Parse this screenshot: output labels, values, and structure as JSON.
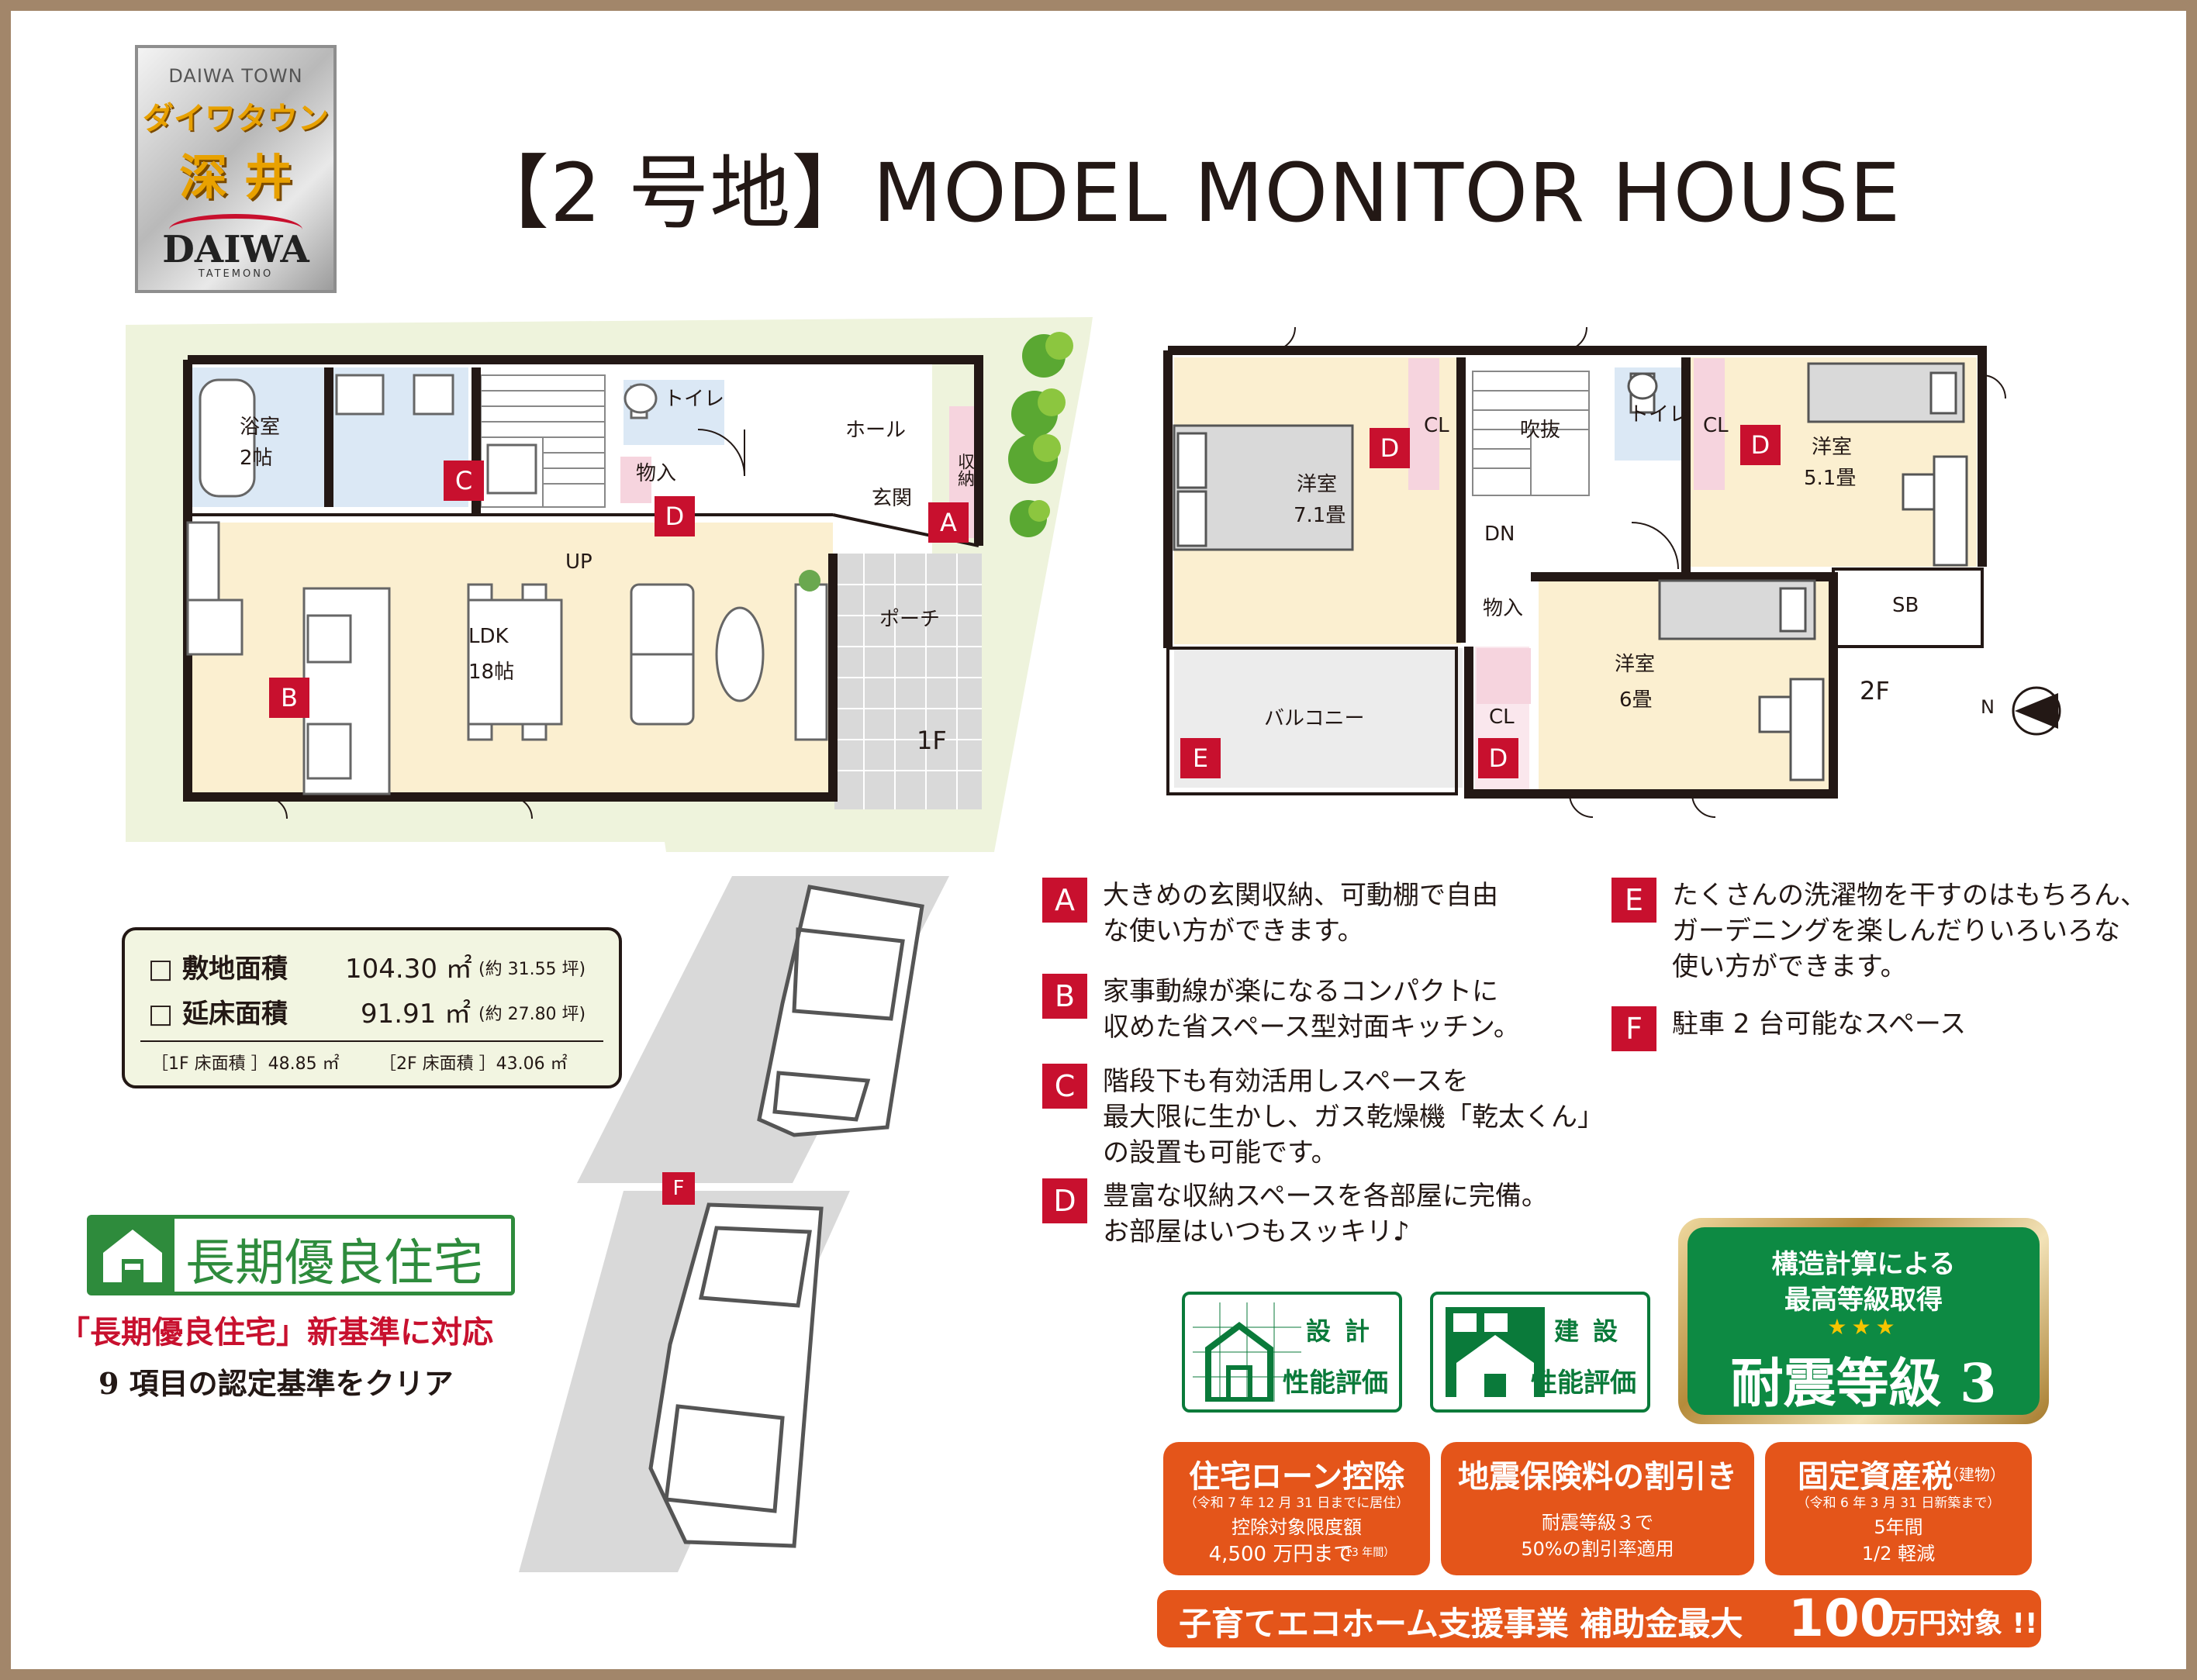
{
  "logo": {
    "line1": "DAIWA TOWN",
    "line2": "ダイワタウン",
    "line3": "深 井",
    "line4": "DAIWA",
    "line5": "TATEMONO"
  },
  "header": {
    "title": "【2 号地】MODEL MONITOR HOUSE"
  },
  "plan_1f": {
    "floor_label": "1F",
    "rooms": {
      "bath": "浴室",
      "bath_size": "2帖",
      "toilet": "トイレ",
      "hall": "ホール",
      "storage": "物入",
      "entrance": "玄関",
      "shoe_storage": "収納",
      "stairs_up": "UP",
      "ldk": "LDK",
      "ldk_size": "18帖",
      "porch": "ポーチ"
    },
    "markers": [
      "C",
      "D",
      "A",
      "B"
    ]
  },
  "plan_2f": {
    "floor_label": "2F",
    "rooms": {
      "bedroom1": "洋室",
      "bedroom1_size": "7.1畳",
      "closet": "CL",
      "void": "吹抜",
      "toilet": "トイレ",
      "bedroom2": "洋室",
      "bedroom2_size": "5.1畳",
      "stairs_down": "DN",
      "storage": "物入",
      "bedroom3": "洋室",
      "bedroom3_size": "6畳",
      "shoe_box": "SB",
      "balcony": "バルコニー"
    },
    "markers": [
      "D",
      "D",
      "D",
      "E"
    ],
    "north": "N"
  },
  "parking": {
    "marker": "F"
  },
  "areas": {
    "site_label": "□  敷地面積",
    "site_value": "104.30 ㎡",
    "site_tsubo": "(約 31.55 坪)",
    "floor_label": "□  延床面積",
    "floor_value": "91.91 ㎡",
    "floor_tsubo": "(約 27.80 坪)",
    "f1": "［1F 床面積 ］48.85 ㎡",
    "f2": "［2F 床面積 ］43.06 ㎡"
  },
  "long_term": {
    "title": "長期優良住宅",
    "line1": "「長期優良住宅」新基準に対応",
    "line2": "9 項目の認定基準をクリア"
  },
  "features": [
    {
      "key": "A",
      "text": "大きめの玄関収納、可動棚で自由\nな使い方ができます。"
    },
    {
      "key": "B",
      "text": "家事動線が楽になるコンパクトに\n収めた省スペース型対面キッチン。"
    },
    {
      "key": "C",
      "text": "階段下も有効活用しスペースを\n最大限に生かし、ガス乾燥機「乾太くん」\nの設置も可能です。"
    },
    {
      "key": "D",
      "text": "豊富な収納スペースを各部屋に完備。\nお部屋はいつもスッキリ♪"
    },
    {
      "key": "E",
      "text": "たくさんの洗濯物を干すのはもちろん、\nガーデニングを楽しんだりいろいろな\n使い方ができます。"
    },
    {
      "key": "F",
      "text": "駐車 2 台可能なスペース"
    }
  ],
  "badges": {
    "design_t1": "設計",
    "design_t2": "性能評価",
    "build_t1": "建設",
    "build_t2": "性能評価",
    "quake_1": "構造計算による",
    "quake_2": "最高等級取得",
    "quake_stars": "★★★",
    "quake_3": "耐震等級 3"
  },
  "benefits": {
    "loan_title": "住宅ローン控除",
    "loan_note": "（令和 7 年 12 月 31 日までに居住）",
    "loan_line": "控除対象限度額",
    "loan_amount": "4,500 万円まで",
    "loan_years": "（13 年間）",
    "eq_title": "地震保険料の割引き",
    "eq_line1": "耐震等級３で",
    "eq_line2": "50%の割引率適用",
    "tax_title": "固定資産税",
    "tax_sub": "（建物）",
    "tax_note": "（令和 6 年 3 月 31 日新築まで）",
    "tax_line1": "5年間",
    "tax_line2": "1/2 軽減"
  },
  "subsidy": {
    "pre": "子育てエコホーム支援事業 補助金最大",
    "amount": "100",
    "post": "万円対象 !!"
  },
  "colors": {
    "frame": "#a2866a",
    "marker": "#c8102e",
    "green": "#0d8a43",
    "orange": "#e4551a",
    "lawn": "#eef3dc",
    "floor": "#fbefd0"
  }
}
